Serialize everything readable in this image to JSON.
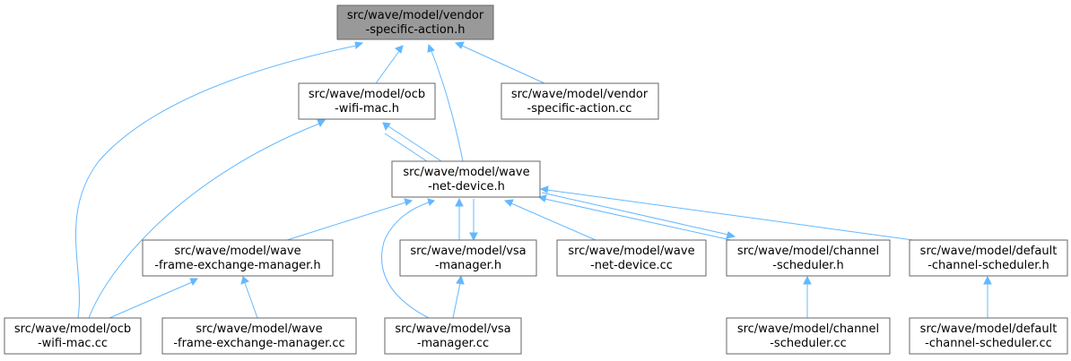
{
  "colors": {
    "edge": "#63b8ff",
    "root_fill": "#999999",
    "border": "#666666"
  },
  "nodes": {
    "vsa_h": [
      "src/wave/model/vendor",
      "-specific-action.h"
    ],
    "ocb_h": [
      "src/wave/model/ocb",
      "-wifi-mac.h"
    ],
    "vsa_cc": [
      "src/wave/model/vendor",
      "-specific-action.cc"
    ],
    "wnd_h": [
      "src/wave/model/wave",
      "-net-device.h"
    ],
    "fem_h": [
      "src/wave/model/wave",
      "-frame-exchange-manager.h"
    ],
    "vsam_h": [
      "src/wave/model/vsa",
      "-manager.h"
    ],
    "wnd_cc": [
      "src/wave/model/wave",
      "-net-device.cc"
    ],
    "cs_h": [
      "src/wave/model/channel",
      "-scheduler.h"
    ],
    "dcs_h": [
      "src/wave/model/default",
      "-channel-scheduler.h"
    ],
    "ocb_cc": [
      "src/wave/model/ocb",
      "-wifi-mac.cc"
    ],
    "fem_cc": [
      "src/wave/model/wave",
      "-frame-exchange-manager.cc"
    ],
    "vsam_cc": [
      "src/wave/model/vsa",
      "-manager.cc"
    ],
    "cs_cc": [
      "src/wave/model/channel",
      "-scheduler.cc"
    ],
    "dcs_cc": [
      "src/wave/model/default",
      "-channel-scheduler.cc"
    ]
  }
}
